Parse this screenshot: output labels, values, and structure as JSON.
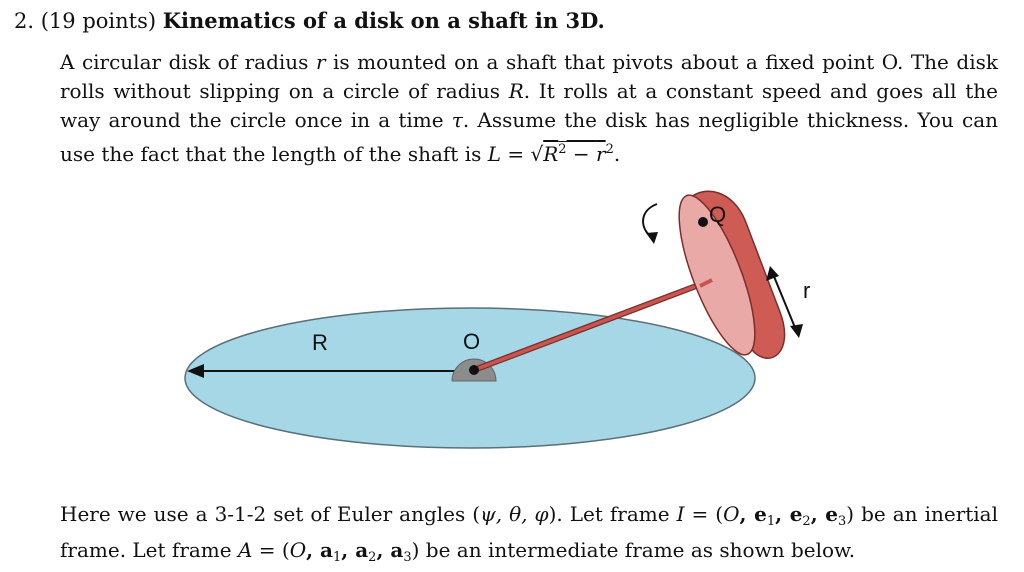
{
  "problem": {
    "number": "2.",
    "points": "(19 points)",
    "title": "Kinematics of a disk on a shaft in 3D."
  },
  "para1": {
    "l1_a": "A circular disk of radius ",
    "l1_r": "r",
    "l1_b": " is mounted on a shaft that pivots about a fixed point O. The disk",
    "l2_a": "rolls without slipping on a circle of radius ",
    "l2_R": "R",
    "l2_b": ". It rolls at a constant speed and goes all the",
    "l3_a": "way around the circle once in a time ",
    "l3_tau": "τ",
    "l3_b": ". Assume the disk has negligible thickness. You can",
    "l4_a": "use the fact that the length of the shaft is ",
    "l4_L": "L",
    "l4_eq": " = √",
    "l4_R": "R",
    "l4_exp1": "2",
    "l4_minus": " − ",
    "l4_r": "r",
    "l4_exp2": "2",
    "l4_end": "."
  },
  "figure": {
    "label_R": "R",
    "label_O": "O",
    "label_Q": "Q",
    "label_r": "r",
    "colors": {
      "circle_fill": "#a6d7e6",
      "disk_face": "#e9a9a6",
      "disk_rim": "#cf5b55",
      "shaft": "#c8554f",
      "pivot": "#8c8c8c"
    }
  },
  "para2": {
    "l1_a": "Here we use a 3-1-2 set of Euler angles (",
    "l1_angles": "ψ, θ, φ",
    "l1_b": "). Let frame ",
    "l1_I": "I",
    "l1_c": " = (",
    "l1_O": "O",
    "l1_e": ", e",
    "l1_e1": "1",
    "l1_e2pre": ", e",
    "l1_e2": "2",
    "l1_e3pre": ", e",
    "l1_e3": "3",
    "l1_d": ") be an inertial",
    "l2_a": "frame. Let frame ",
    "l2_A": "A",
    "l2_c": " = (",
    "l2_O": "O",
    "l2_a1pre": ", a",
    "l2_a1": "1",
    "l2_a2pre": ", a",
    "l2_a2": "2",
    "l2_a3pre": ", a",
    "l2_a3": "3",
    "l2_d": ") be an intermediate frame as shown below."
  }
}
